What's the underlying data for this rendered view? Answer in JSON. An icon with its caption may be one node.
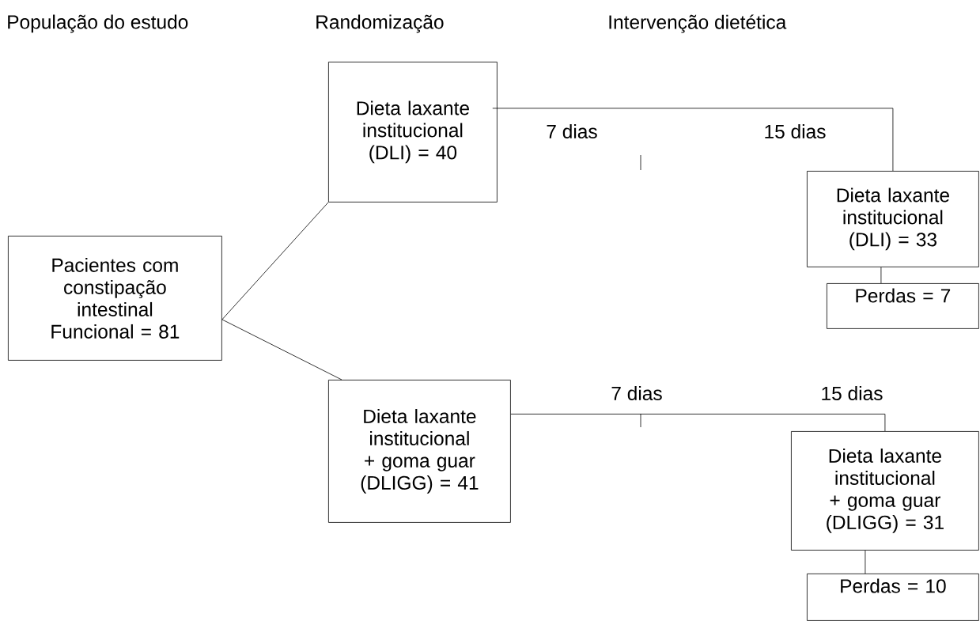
{
  "diagram": {
    "nodes": [
      {
        "text": [
          "Pacientes com constipação intestinal Funcional = 81"
        ]
      },
      {
        "text": [
          "Dieta laxante institucional (DLI) = 40"
        ]
      },
      {
        "text": [
          "Dieta laxante institucional + goma guar (DLIGG) = 41"
        ]
      },
      {
        "text": [
          "Dieta laxante institucional (DLI) = 33"
        ]
      },
      {
        "text": [
          "Perdas = 7"
        ]
      },
      {
        "text": [
          "Dieta laxante institucional + goma guar (DLIGG) = 31"
        ]
      },
      {
        "text": [
          "Perdas = 10"
        ]
      }
    ],
    "edges": [
      {
        "from": 0,
        "to": 1,
        "arrow": "none"
      },
      {
        "from": 0,
        "to": 2,
        "arrow": "none"
      },
      {
        "from": 1,
        "to": 3,
        "arrow": "none"
      },
      {
        "from": 2,
        "to": 5,
        "arrow": "none"
      },
      {
        "from": 3,
        "to": 4,
        "arrow": "none"
      },
      {
        "from": 5,
        "to": 6,
        "arrow": "none"
      }
    ],
    "labels": [
      "População do estudo",
      "Randomização",
      "Intervenção dietética",
      "7 dias",
      "15 dias",
      "7 dias",
      "15 dias"
    ]
  }
}
